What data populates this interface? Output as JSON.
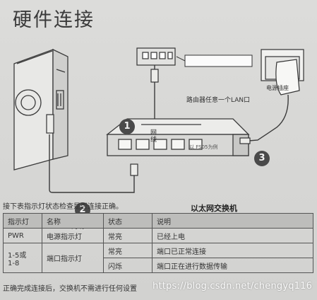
{
  "title": "硬件连接",
  "diagram": {
    "router_lan_label": "路由器任意一个LAN口",
    "model_note": "以 FS05为例",
    "switch_label": "以太网交换机",
    "power_socket_label": "电源插座",
    "cable_label_1": "网线",
    "cable_label_2": "网线",
    "steps": [
      "1",
      "2",
      "3"
    ]
  },
  "intro": "接下表指示灯状态检查是否连接正确。",
  "table": {
    "headers": [
      "指示灯",
      "名称",
      "状态",
      "说明"
    ],
    "pwr": {
      "indicator": "PWR",
      "name": "电源指示灯",
      "state": "常亮",
      "desc": "已经上电"
    },
    "port": {
      "indicator_line1": "1-5或",
      "indicator_line2": "1-8",
      "name": "端口指示灯",
      "rows": [
        {
          "state": "常亮",
          "desc": "端口已正常连接"
        },
        {
          "state": "闪烁",
          "desc": "端口正在进行数据传输"
        }
      ]
    }
  },
  "footer": "正确完成连接后，交换机不需进行任何设置",
  "watermark": "https://blog.csdn.net/chengyq116"
}
